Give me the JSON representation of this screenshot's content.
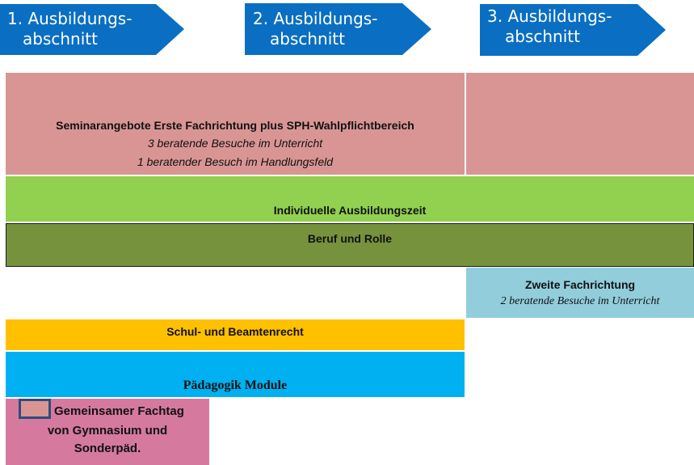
{
  "phases": [
    {
      "line1": "1. Ausbildungs-",
      "line2": "abschnitt"
    },
    {
      "line1": "2. Ausbildungs-",
      "line2": "abschnitt"
    },
    {
      "line1": "3. Ausbildungs-",
      "line2": "abschnitt"
    }
  ],
  "blocks": {
    "seminar": {
      "title": "Seminarangebote Erste Fachrichtung plus SPH-Wahlpflichtbereich",
      "line2": "3 beratende Besuche im Unterricht",
      "line3": "1 beratender Besuch im Handlungsfeld"
    },
    "individuelle": {
      "title": "Individuelle Ausbildungszeit"
    },
    "beruf": {
      "title": "Beruf und Rolle"
    },
    "zweite": {
      "title": "Zweite Fachrichtung",
      "subtitle": "2 beratende Besuche im Unterricht"
    },
    "schul": {
      "title": "Schul- und Beamtenrecht"
    },
    "paedagogik": {
      "title": "Pädagogik Module"
    },
    "fachtag": {
      "line1": "Gemeinsamer Fachtag",
      "line2": "von Gymnasium und",
      "line3": "Sonderpäd."
    }
  },
  "colors": {
    "arrow": "#0a6fc2",
    "seminar": "#d99594",
    "individuelle": "#92d050",
    "beruf": "#76923c",
    "zweite": "#92cddc",
    "schul": "#ffc000",
    "paedagogik": "#00b0f0",
    "fachtag": "#d5799f",
    "fachtag_marker_fill": "#d99594",
    "fachtag_marker_border": "#2e4d7b"
  }
}
